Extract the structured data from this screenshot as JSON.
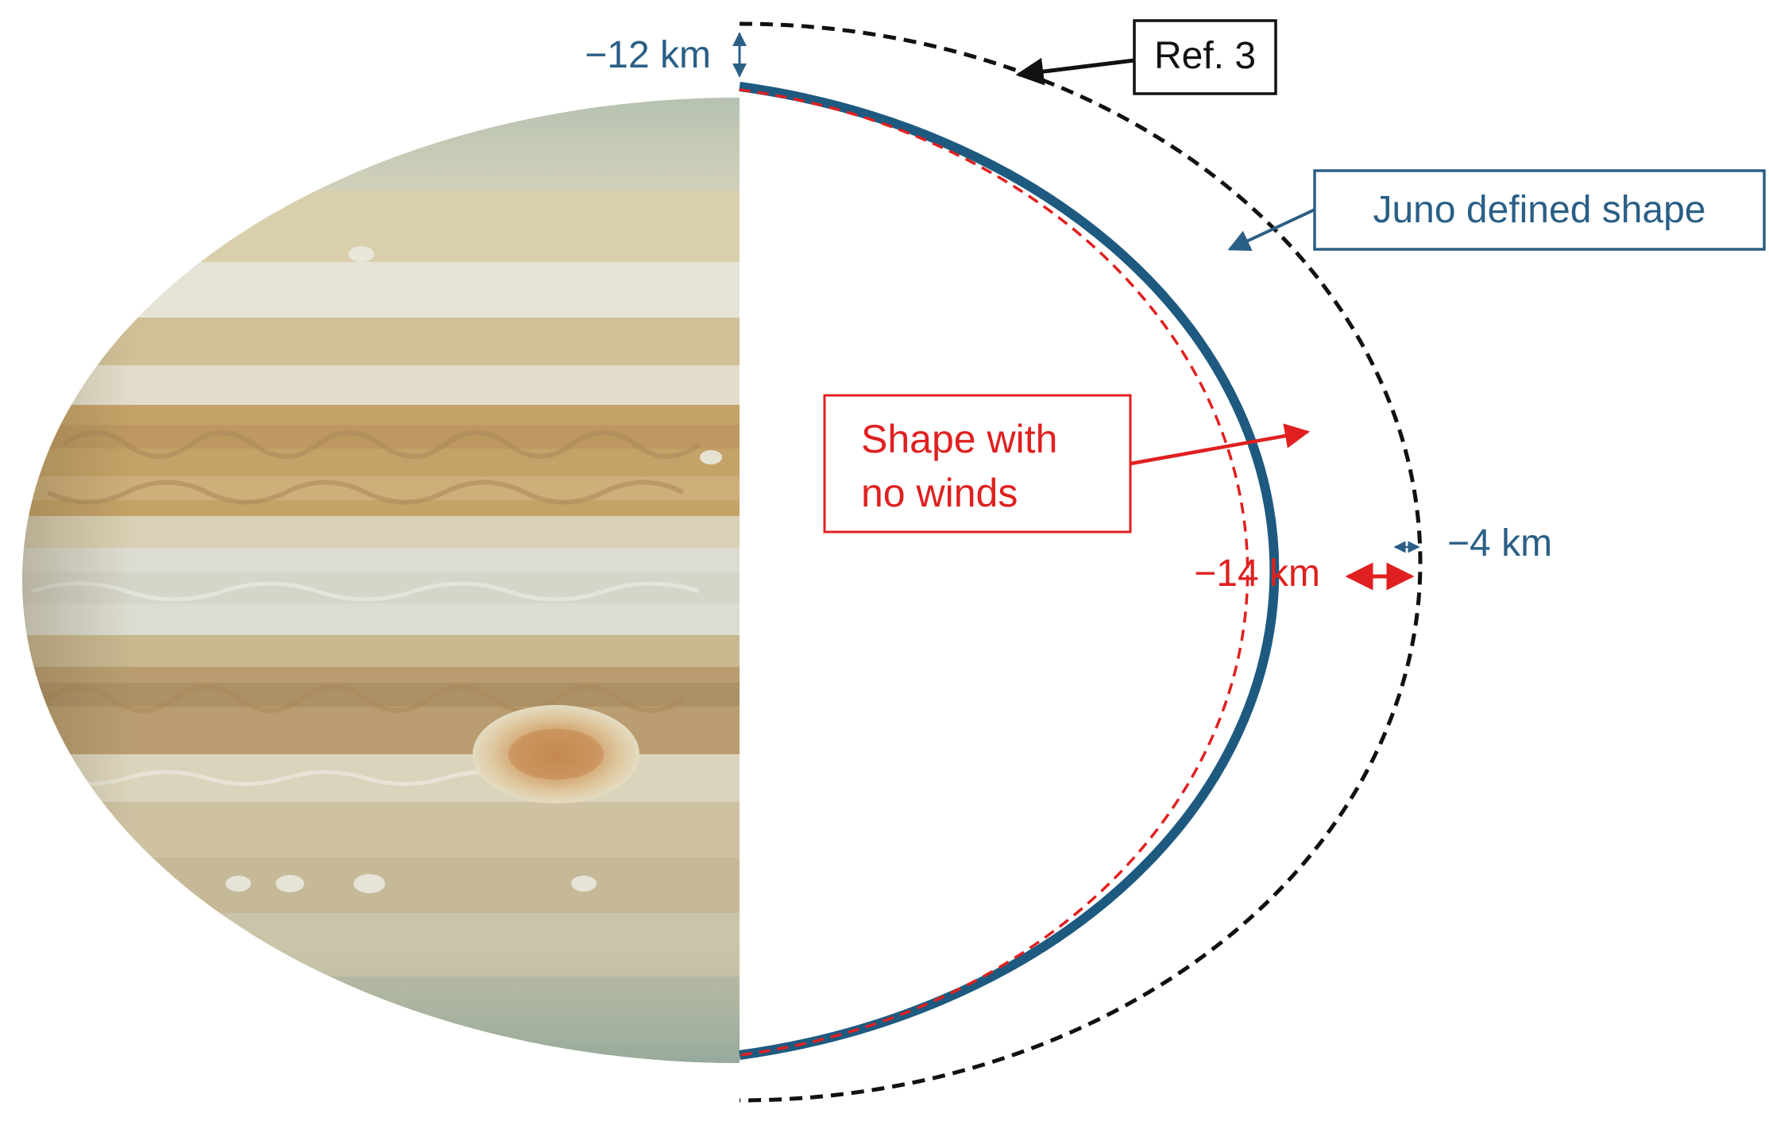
{
  "labels": {
    "ref": "Ref. 3",
    "juno": "Juno defined shape",
    "nowinds_line1": "Shape with",
    "nowinds_line2": "no winds",
    "top_offset": "−12 km",
    "eq_offset_red": "−14 km",
    "eq_offset_blue": "−4 km"
  },
  "colors": {
    "ref_shape": "#111111",
    "juno_shape": "#1e5a80",
    "nowinds_shape": "#e02020",
    "juno_text": "#2a5f86",
    "nowinds_text": "#e02020"
  },
  "image": {
    "subject": "Jupiter (left half, cloud bands with Great Red Spot)"
  }
}
